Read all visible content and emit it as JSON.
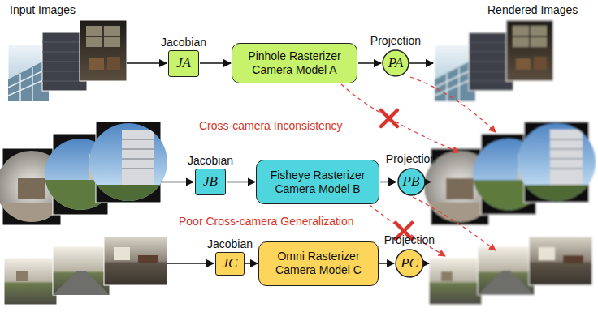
{
  "diagram": {
    "nodes": [
      {
        "text": [
          "Jacobian",
          "JA"
        ]
      },
      {
        "text": [
          "Pinhole Rasterizer Camera Model A"
        ]
      },
      {
        "text": [
          "Projection",
          "PA"
        ]
      },
      {
        "text": [
          "Jacobian",
          "JB"
        ]
      },
      {
        "text": [
          "Fisheye Rasterizer Camera Model B"
        ]
      },
      {
        "text": [
          "Projection",
          "PB"
        ]
      },
      {
        "text": [
          "Jacobian",
          "JC"
        ]
      },
      {
        "text": [
          "Omni Rasterizer Camera Model C"
        ]
      },
      {
        "text": [
          "Projection",
          "PC"
        ]
      }
    ],
    "edges": [
      {
        "from": 0,
        "to": 1,
        "arrow": "to"
      },
      {
        "from": 1,
        "to": 2,
        "arrow": "to"
      },
      {
        "from": 3,
        "to": 4,
        "arrow": "to"
      },
      {
        "from": 4,
        "to": 5,
        "arrow": "to"
      },
      {
        "from": 6,
        "to": 7,
        "arrow": "to"
      },
      {
        "from": 7,
        "to": 8,
        "arrow": "to"
      }
    ],
    "labels": [
      "Input Images",
      "Rendered Images",
      "Cross-camera Inconsistency",
      "Poor Cross-camera Generalization"
    ]
  }
}
